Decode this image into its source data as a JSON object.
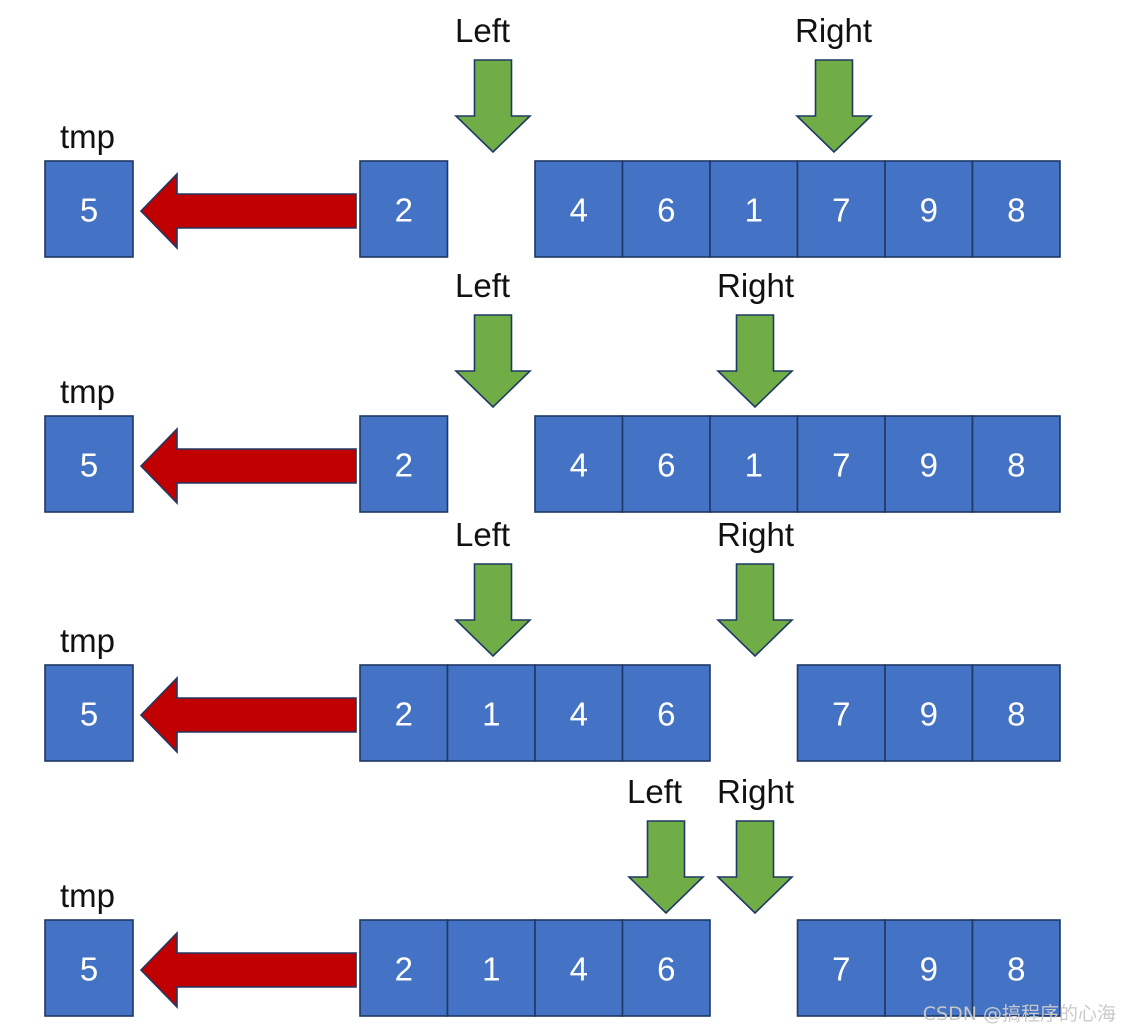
{
  "colors": {
    "box_fill": "#4472C4",
    "box_border": "#1F3864",
    "pointer_fill": "#70AD47",
    "pointer_border": "#1F3864",
    "tmp_arrow_fill": "#C00000"
  },
  "tmp_label": "tmp",
  "rows": [
    {
      "tmp_value": "5",
      "left_label": "Left",
      "right_label": "Right",
      "left_group": [
        "2"
      ],
      "right_group": [
        "4",
        "6",
        "1",
        "7",
        "9",
        "8"
      ]
    },
    {
      "tmp_value": "5",
      "left_label": "Left",
      "right_label": "Right",
      "left_group": [
        "2"
      ],
      "right_group": [
        "4",
        "6",
        "1",
        "7",
        "9",
        "8"
      ]
    },
    {
      "tmp_value": "5",
      "left_label": "Left",
      "right_label": "Right",
      "left_group": [
        "2",
        "1",
        "4",
        "6"
      ],
      "right_group": [
        "7",
        "9",
        "8"
      ]
    },
    {
      "tmp_value": "5",
      "left_label": "Left",
      "right_label": "Right",
      "left_group": [
        "2",
        "1",
        "4",
        "6"
      ],
      "right_group": [
        "7",
        "9",
        "8"
      ]
    }
  ],
  "watermark": "CSDN @搞程序的心海"
}
